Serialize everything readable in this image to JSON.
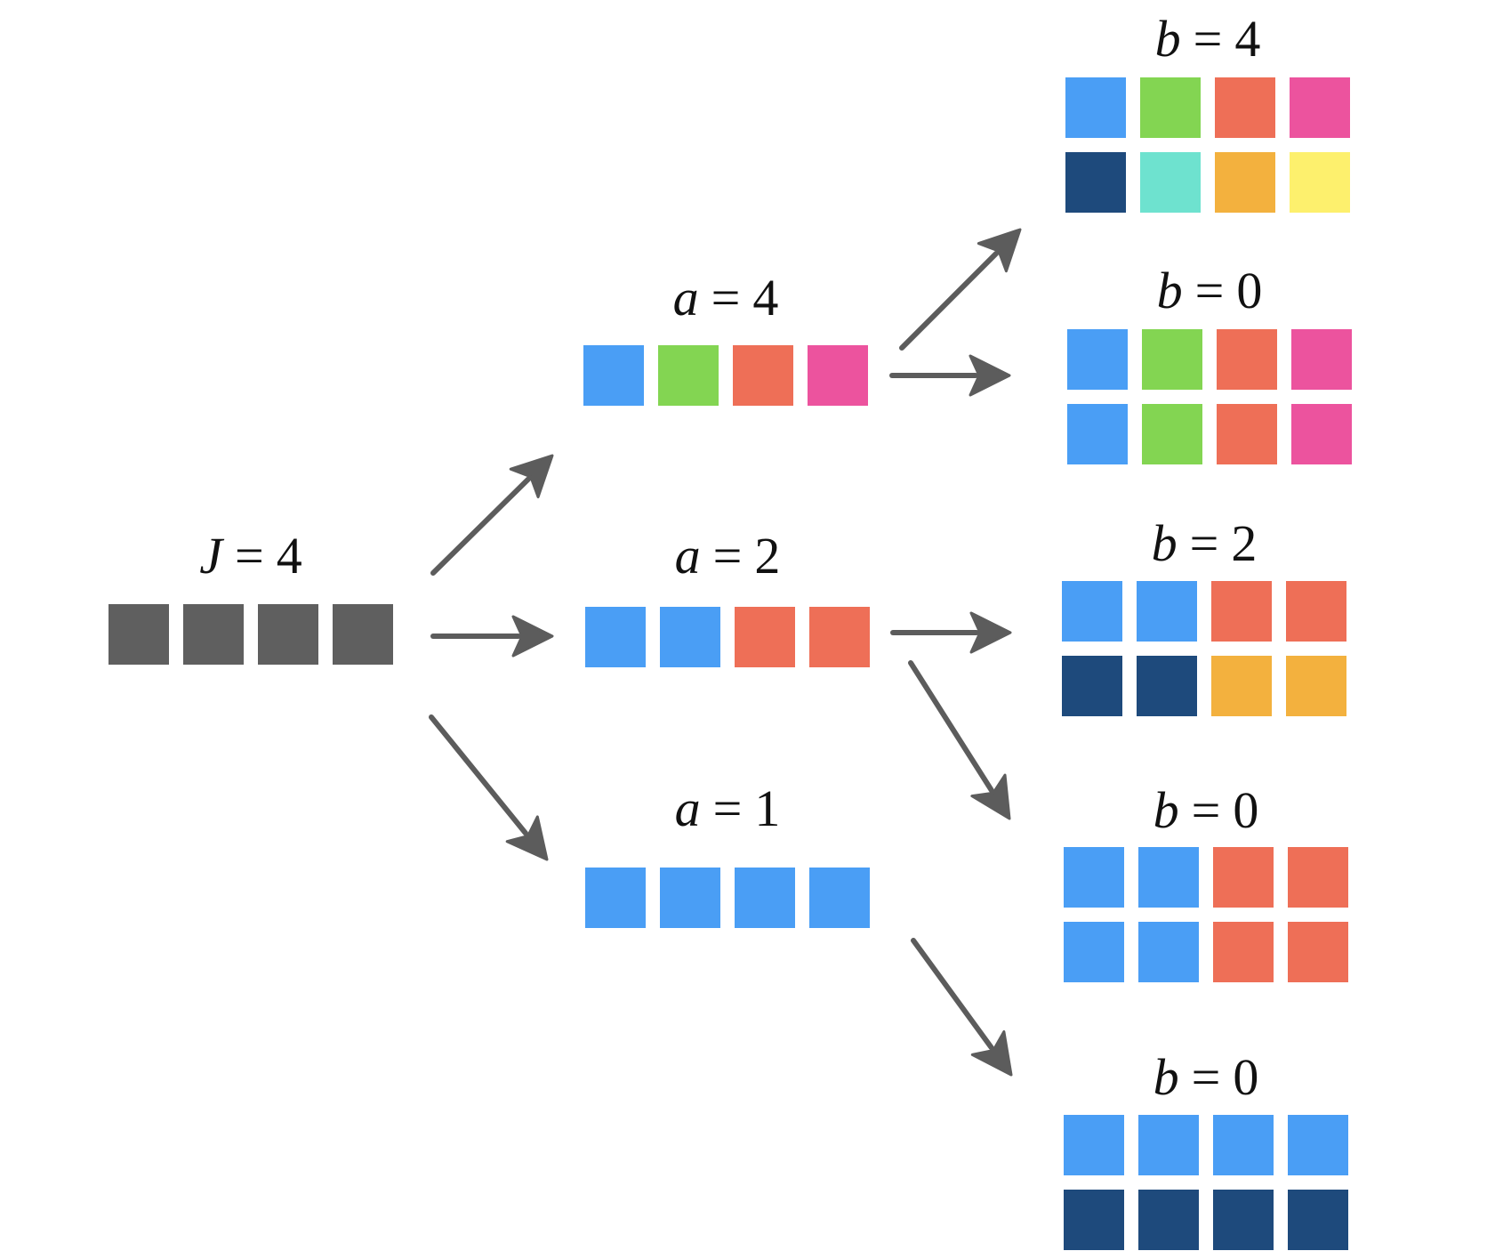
{
  "palette": {
    "gray": "#5f5f5f",
    "blue": "#4a9ef5",
    "green": "#83d552",
    "red": "#ee6f57",
    "pink": "#ec539e",
    "navy": "#1e4a7c",
    "teal": "#6ee2cf",
    "orange": "#f3b13e",
    "yellow": "#fdf06d",
    "arrow": "#5c5c5c"
  },
  "nodes": [
    {
      "id": "root",
      "var": "J",
      "op": "=",
      "val": "4",
      "rows": [
        [
          "gray",
          "gray",
          "gray",
          "gray"
        ]
      ]
    },
    {
      "id": "a4",
      "var": "a",
      "op": "=",
      "val": "4",
      "rows": [
        [
          "blue",
          "green",
          "red",
          "pink"
        ]
      ]
    },
    {
      "id": "a2",
      "var": "a",
      "op": "=",
      "val": "2",
      "rows": [
        [
          "blue",
          "blue",
          "red",
          "red"
        ]
      ]
    },
    {
      "id": "a1",
      "var": "a",
      "op": "=",
      "val": "1",
      "rows": [
        [
          "blue",
          "blue",
          "blue",
          "blue"
        ]
      ]
    },
    {
      "id": "b4",
      "var": "b",
      "op": "=",
      "val": "4",
      "rows": [
        [
          "blue",
          "green",
          "red",
          "pink"
        ],
        [
          "navy",
          "teal",
          "orange",
          "yellow"
        ]
      ]
    },
    {
      "id": "b0_a4",
      "var": "b",
      "op": "=",
      "val": "0",
      "rows": [
        [
          "blue",
          "green",
          "red",
          "pink"
        ],
        [
          "blue",
          "green",
          "red",
          "pink"
        ]
      ]
    },
    {
      "id": "b2",
      "var": "b",
      "op": "=",
      "val": "2",
      "rows": [
        [
          "blue",
          "blue",
          "red",
          "red"
        ],
        [
          "navy",
          "navy",
          "orange",
          "orange"
        ]
      ]
    },
    {
      "id": "b0_a2",
      "var": "b",
      "op": "=",
      "val": "0",
      "rows": [
        [
          "blue",
          "blue",
          "red",
          "red"
        ],
        [
          "blue",
          "blue",
          "red",
          "red"
        ]
      ]
    },
    {
      "id": "b0_a1",
      "var": "b",
      "op": "=",
      "val": "0",
      "rows": [
        [
          "blue",
          "blue",
          "blue",
          "blue"
        ],
        [
          "navy",
          "navy",
          "navy",
          "navy"
        ]
      ]
    }
  ],
  "edges": [
    [
      "root",
      "a4"
    ],
    [
      "root",
      "a2"
    ],
    [
      "root",
      "a1"
    ],
    [
      "a4",
      "b4"
    ],
    [
      "a4",
      "b0_a4"
    ],
    [
      "a2",
      "b2"
    ],
    [
      "a2",
      "b0_a2"
    ],
    [
      "a1",
      "b0_a1"
    ]
  ]
}
